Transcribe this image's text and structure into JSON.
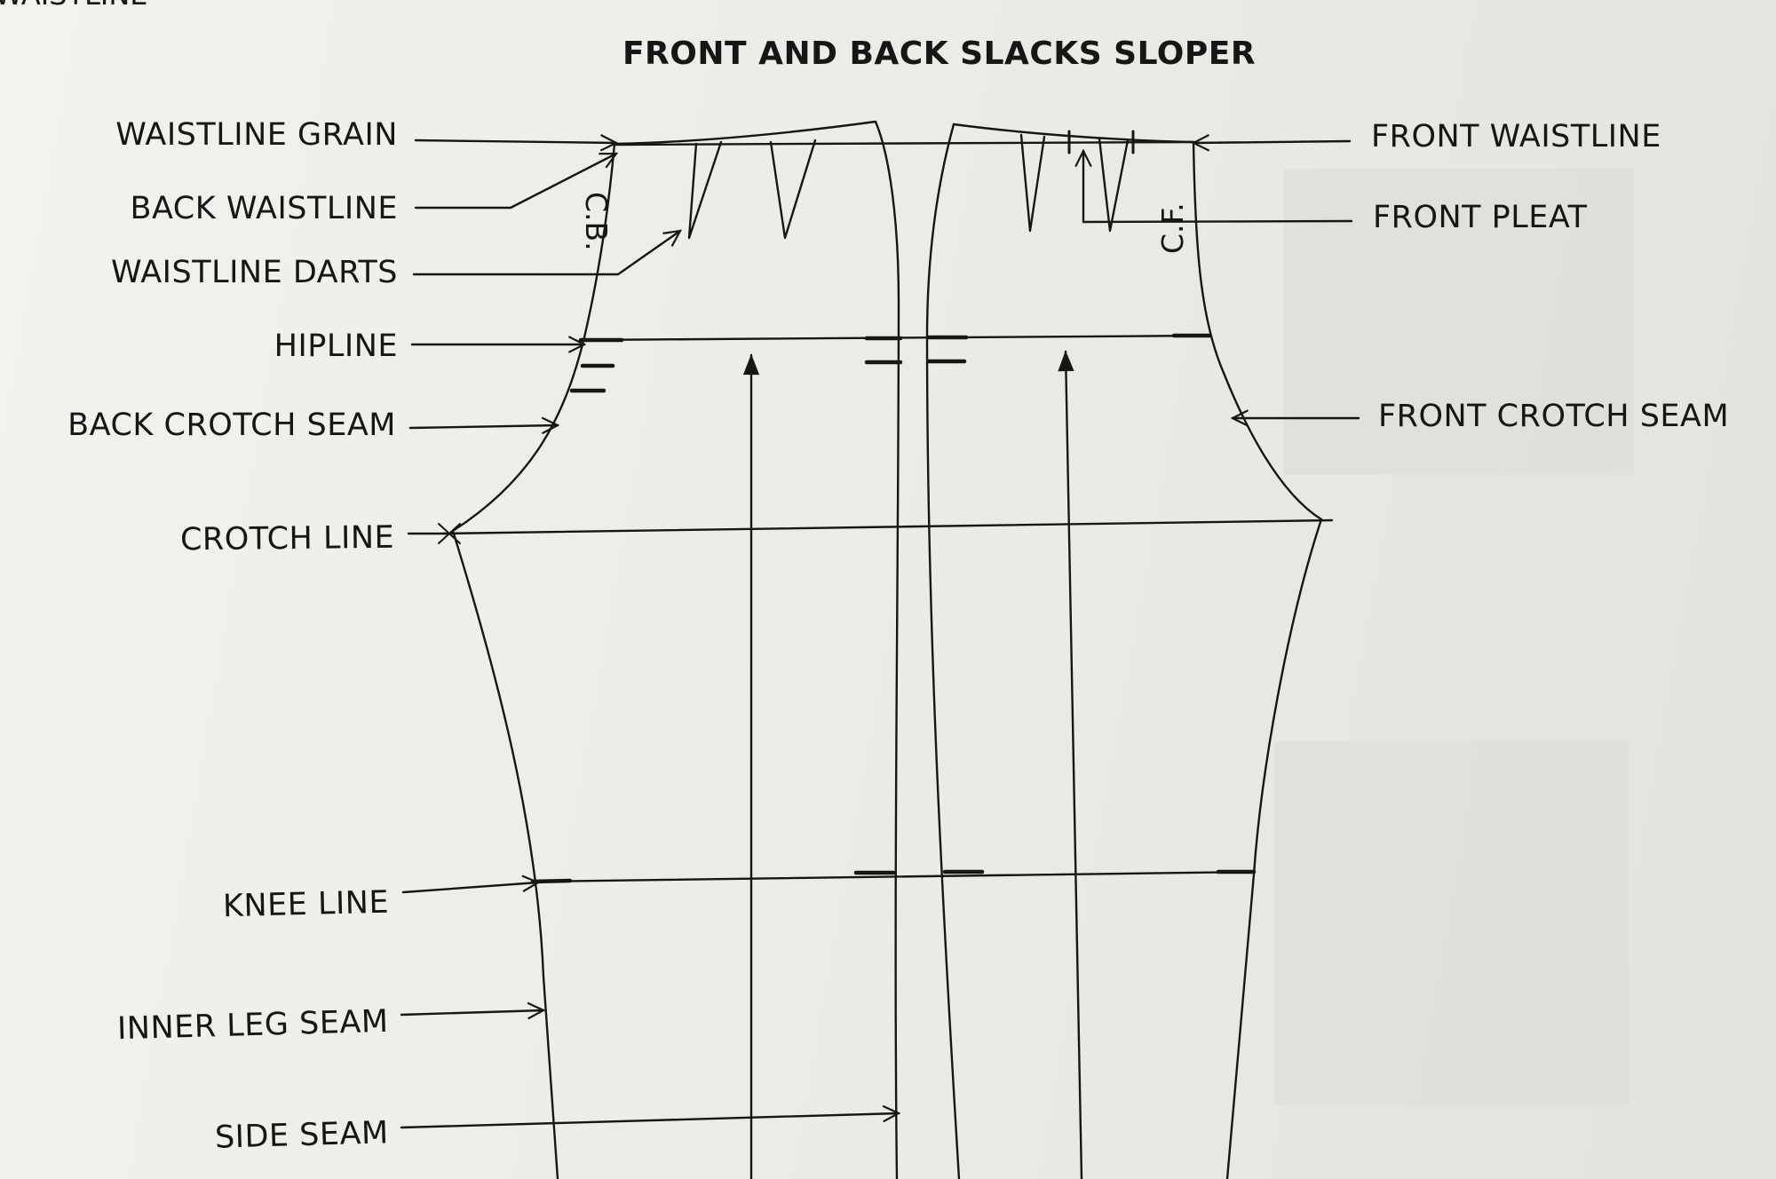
{
  "diagram": {
    "title": "FRONT AND BACK SLACKS SLOPER",
    "cut_off_top_text": "WAISTLINE",
    "center_back_mark": "C.B.",
    "center_front_mark": "C.F.",
    "left_labels": {
      "waistline_grain": "WAISTLINE GRAIN",
      "back_waistline": "BACK WAISTLINE",
      "waistline_darts": "WAISTLINE DARTS",
      "hipline": "HIPLINE",
      "back_crotch_seam": "BACK CROTCH SEAM",
      "crotch_line": "CROTCH LINE",
      "knee_line": "KNEE LINE",
      "inner_leg_seam": "INNER LEG SEAM",
      "side_seam": "SIDE SEAM"
    },
    "right_labels": {
      "front_waistline": "FRONT WAISTLINE",
      "front_pleat": "FRONT PLEAT",
      "front_crotch_seam": "FRONT CROTCH SEAM"
    }
  },
  "colors": {
    "ink": "#161616",
    "paper": "#ecebe6"
  }
}
